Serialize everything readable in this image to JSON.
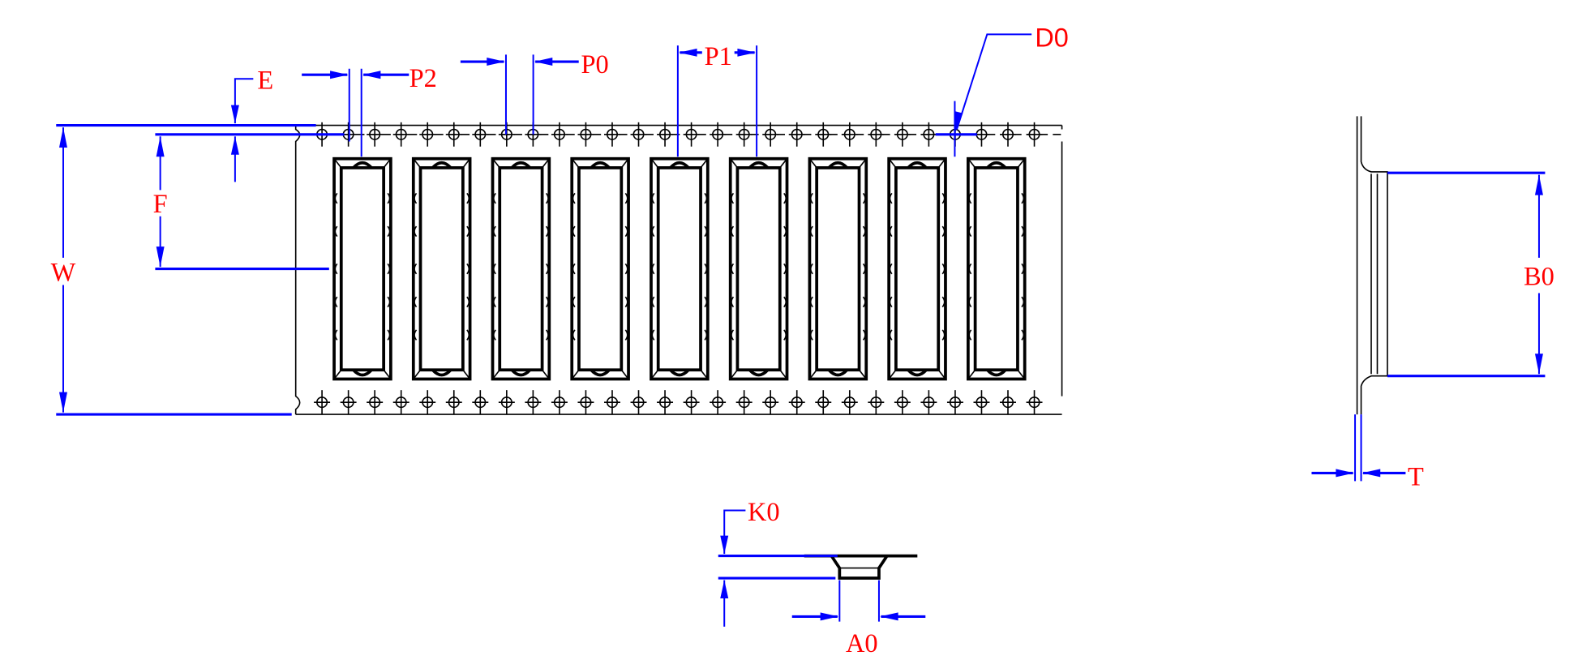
{
  "drawing": {
    "labels": {
      "E": "E",
      "P2": "P2",
      "P0": "P0",
      "P1": "P1",
      "D0": "D0",
      "F": "F",
      "W": "W",
      "B0": "B0",
      "T": "T",
      "K0": "K0",
      "A0": "A0"
    },
    "pocket_count": 9,
    "sprocket_hole_count": 28,
    "colors": {
      "dimension": "#0000ff",
      "label": "#ff0000",
      "outline": "#000000"
    }
  }
}
